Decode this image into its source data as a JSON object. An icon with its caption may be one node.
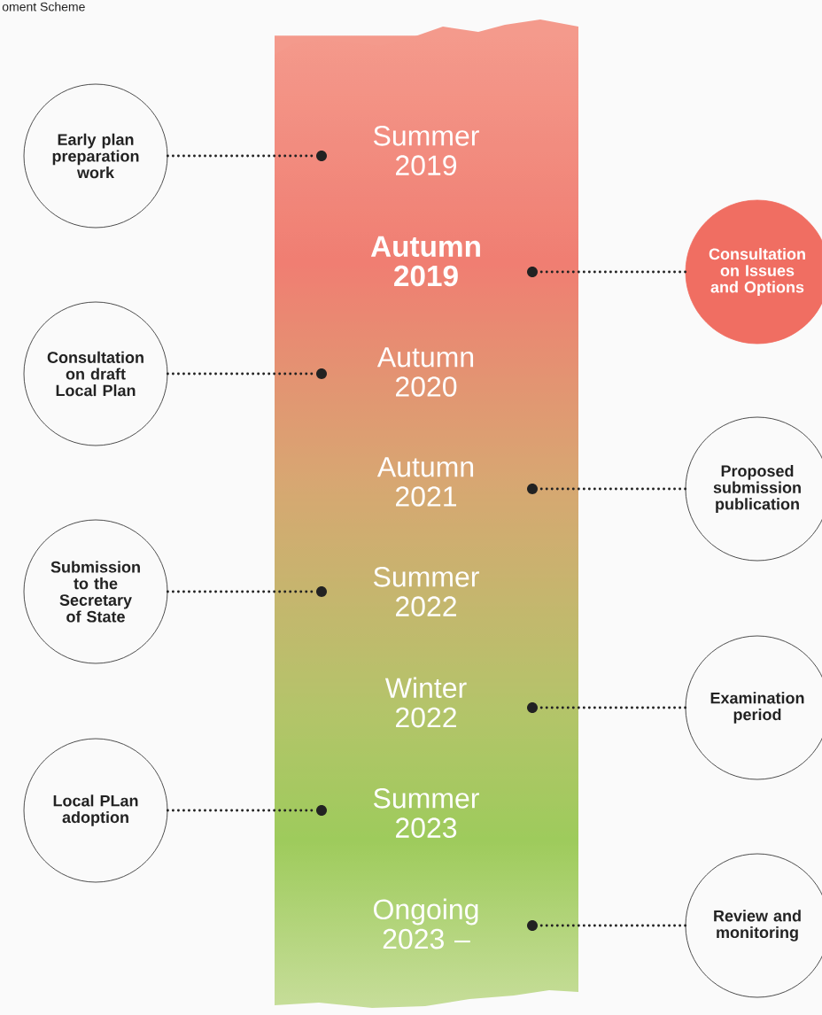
{
  "diagram": {
    "title": "oment Scheme",
    "nodes": [
      {
        "text": [
          "Early plan preparation work"
        ]
      },
      {
        "text": [],
        "shape": "circle",
        "beside": [
          "Summer 2019"
        ]
      },
      {
        "text": [
          "Consultation on Issues and Options"
        ]
      },
      {
        "text": [],
        "shape": "circle",
        "beside": [
          "Autumn 2019"
        ]
      },
      {
        "text": [
          "Consultation on draft Local Plan"
        ]
      },
      {
        "text": [],
        "shape": "circle",
        "beside": [
          "Autumn 2020"
        ]
      },
      {
        "text": [
          "Proposed submission publication"
        ]
      },
      {
        "text": [],
        "shape": "circle",
        "beside": [
          "Autumn 2021"
        ]
      },
      {
        "text": [
          "Submission to the Secretary of State"
        ]
      },
      {
        "text": [],
        "shape": "circle",
        "beside": [
          "Summer 2022"
        ]
      },
      {
        "text": [
          "Examination period"
        ]
      },
      {
        "text": [],
        "shape": "circle",
        "beside": [
          "Winter 2022"
        ]
      },
      {
        "text": [
          "Local PLan adoption"
        ]
      },
      {
        "text": [],
        "shape": "circle",
        "beside": [
          "Summer 2023"
        ]
      },
      {
        "text": [
          "Review and monitoring"
        ]
      },
      {
        "text": [],
        "shape": "circle",
        "beside": [
          "Ongoing 2023 –"
        ]
      }
    ],
    "edges": [
      {
        "from": 0,
        "to": 1,
        "arrow": "none",
        "style": "dashed"
      },
      {
        "from": 2,
        "to": 3,
        "arrow": "none",
        "style": "dashed"
      },
      {
        "from": 4,
        "to": 5,
        "arrow": "none",
        "style": "dashed"
      },
      {
        "from": 6,
        "to": 7,
        "arrow": "none",
        "style": "dashed"
      },
      {
        "from": 8,
        "to": 9,
        "arrow": "none",
        "style": "dashed"
      },
      {
        "from": 10,
        "to": 11,
        "arrow": "none",
        "style": "dashed"
      },
      {
        "from": 12,
        "to": 13,
        "arrow": "none",
        "style": "dashed"
      },
      {
        "from": 14,
        "to": 15,
        "arrow": "none",
        "style": "dashed"
      }
    ]
  }
}
